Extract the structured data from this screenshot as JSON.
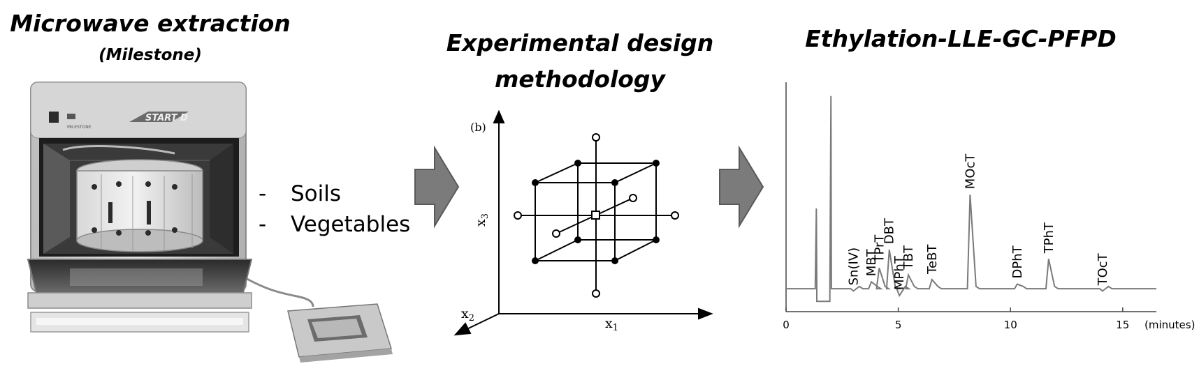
{
  "panel1": {
    "title": "Microwave extraction",
    "subtitle": "(Milestone)",
    "device_brand": "START D",
    "items": [
      "Soils",
      "Vegetables"
    ]
  },
  "panel2": {
    "title": "Experimental design methodology",
    "label": "(b)",
    "axes": {
      "x1": "x",
      "x1_sub": "1",
      "x2": "x",
      "x2_sub": "2",
      "x3": "x",
      "x3_sub": "3"
    }
  },
  "panel3": {
    "title": "Ethylation-LLE-GC-PFPD",
    "x_unit": "(minutes)"
  },
  "chart_data": {
    "type": "line",
    "title": "Ethylation-LLE-GC-PFPD",
    "xlabel": "(minutes)",
    "ylabel": "",
    "xlim": [
      0,
      16.5
    ],
    "xticks": [
      0,
      5,
      10,
      15
    ],
    "baseline": 0.1,
    "peaks": [
      {
        "x": 1.35,
        "height": 0.45,
        "label": ""
      },
      {
        "x": 2.0,
        "height": 0.94,
        "label": ""
      },
      {
        "x": 3.0,
        "height": 0.09,
        "label": "Sn(IV)"
      },
      {
        "x": 3.8,
        "height": 0.13,
        "label": "MBT"
      },
      {
        "x": 4.15,
        "height": 0.19,
        "label": "TPrT"
      },
      {
        "x": 4.6,
        "height": 0.27,
        "label": "DBT"
      },
      {
        "x": 5.05,
        "height": 0.07,
        "label": "MPhT"
      },
      {
        "x": 5.45,
        "height": 0.16,
        "label": "TBT"
      },
      {
        "x": 6.5,
        "height": 0.14,
        "label": "TeBT"
      },
      {
        "x": 8.2,
        "height": 0.51,
        "label": "MOcT"
      },
      {
        "x": 10.3,
        "height": 0.12,
        "label": "DPhT"
      },
      {
        "x": 11.7,
        "height": 0.23,
        "label": "TPhT"
      },
      {
        "x": 14.1,
        "height": 0.09,
        "label": "TOcT"
      }
    ]
  }
}
